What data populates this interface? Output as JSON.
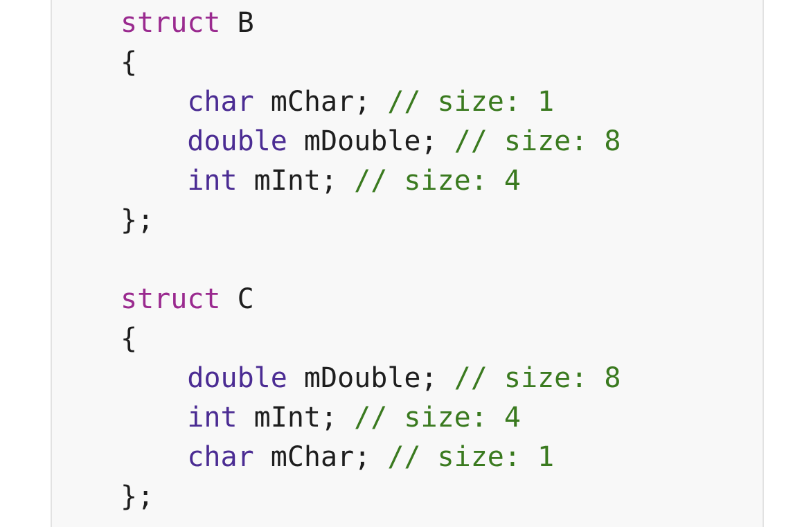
{
  "code": {
    "lines": [
      {
        "indent": "",
        "tokens": [
          {
            "t": "struct",
            "c": "kw-struct"
          },
          {
            "t": " B",
            "c": "plain"
          }
        ]
      },
      {
        "indent": "",
        "tokens": [
          {
            "t": "{",
            "c": "plain"
          }
        ]
      },
      {
        "indent": "    ",
        "tokens": [
          {
            "t": "char",
            "c": "kw-type"
          },
          {
            "t": " mChar; ",
            "c": "plain"
          },
          {
            "t": "// size: 1",
            "c": "comment"
          }
        ]
      },
      {
        "indent": "    ",
        "tokens": [
          {
            "t": "double",
            "c": "kw-type"
          },
          {
            "t": " mDouble; ",
            "c": "plain"
          },
          {
            "t": "// size: 8",
            "c": "comment"
          }
        ]
      },
      {
        "indent": "    ",
        "tokens": [
          {
            "t": "int",
            "c": "kw-type"
          },
          {
            "t": " mInt; ",
            "c": "plain"
          },
          {
            "t": "// size: 4",
            "c": "comment"
          }
        ]
      },
      {
        "indent": "",
        "tokens": [
          {
            "t": "};",
            "c": "plain"
          }
        ]
      },
      {
        "indent": "",
        "tokens": []
      },
      {
        "indent": "",
        "tokens": [
          {
            "t": "struct",
            "c": "kw-struct"
          },
          {
            "t": " C",
            "c": "plain"
          }
        ]
      },
      {
        "indent": "",
        "tokens": [
          {
            "t": "{",
            "c": "plain"
          }
        ]
      },
      {
        "indent": "    ",
        "tokens": [
          {
            "t": "double",
            "c": "kw-type"
          },
          {
            "t": " mDouble; ",
            "c": "plain"
          },
          {
            "t": "// size: 8",
            "c": "comment"
          }
        ]
      },
      {
        "indent": "    ",
        "tokens": [
          {
            "t": "int",
            "c": "kw-type"
          },
          {
            "t": " mInt; ",
            "c": "plain"
          },
          {
            "t": "// size: 4",
            "c": "comment"
          }
        ]
      },
      {
        "indent": "    ",
        "tokens": [
          {
            "t": "char",
            "c": "kw-type"
          },
          {
            "t": " mChar; ",
            "c": "plain"
          },
          {
            "t": "// size: 1",
            "c": "comment"
          }
        ]
      },
      {
        "indent": "",
        "tokens": [
          {
            "t": "};",
            "c": "plain"
          }
        ]
      }
    ]
  },
  "colors": {
    "struct_keyword": "#9a2a8f",
    "type_keyword": "#4b2c93",
    "comment": "#3a7a1f",
    "text": "#1e1e1e",
    "background": "#f8f8f8"
  }
}
